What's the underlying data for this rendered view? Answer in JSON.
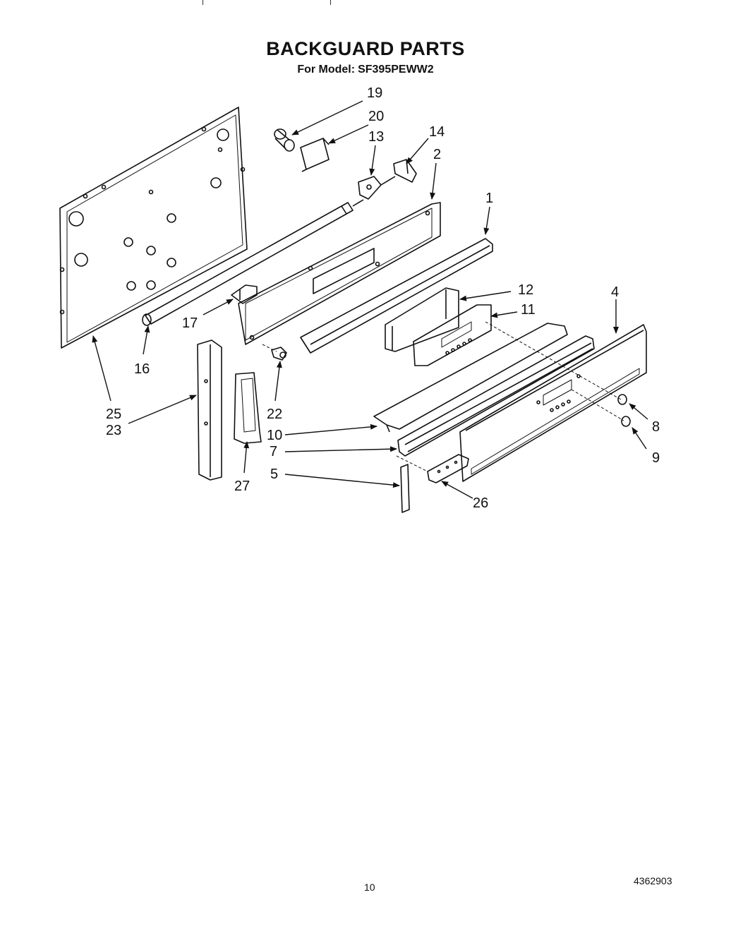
{
  "header": {
    "title": "BACKGUARD PARTS",
    "model_label": "For Model:",
    "model_number": "SF395PEWW2"
  },
  "callouts": {
    "p19": "19",
    "p20": "20",
    "p13": "13",
    "p14": "14",
    "p2": "2",
    "p1": "1",
    "p12": "12",
    "p11": "11",
    "p4": "4",
    "p17": "17",
    "p16": "16",
    "p22": "22",
    "p25": "25",
    "p23": "23",
    "p10": "10",
    "p7": "7",
    "p8": "8",
    "p9": "9",
    "p27": "27",
    "p5": "5",
    "p26": "26"
  },
  "footer": {
    "page_number": "10",
    "document_number": "4362903"
  }
}
